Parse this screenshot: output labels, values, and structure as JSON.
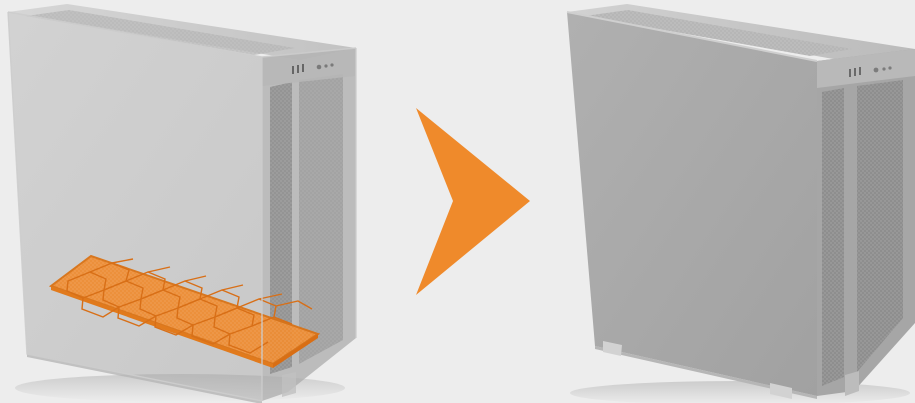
{
  "image": {
    "background_color": "#ededed",
    "description_colors": {
      "case_body": "#a9a9a9",
      "case_side": "#9c9c9c",
      "case_top": "#c4c4c4",
      "case_frame": "#bcbcbc",
      "mesh_front": "#8f8f8f",
      "filter_orange": "#ef8a2b",
      "arrow_orange": "#ef8a2b"
    },
    "panels": [
      {
        "name": "before",
        "state": "case shown transparent with bottom dust filter highlighted"
      },
      {
        "name": "after",
        "state": "case shown opaque with filter installed"
      }
    ],
    "arrow": {
      "direction": "right"
    },
    "icons": [
      "right-arrow-icon",
      "front-io-panel-icon"
    ]
  }
}
